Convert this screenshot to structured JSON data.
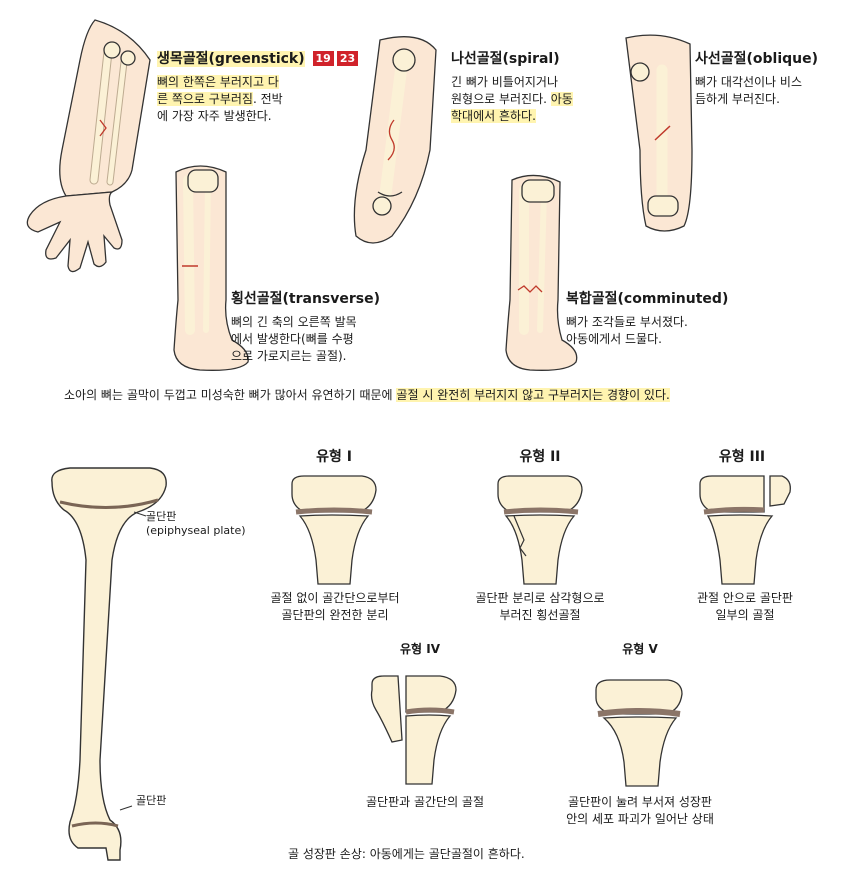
{
  "top": {
    "greenstick": {
      "title": "생목골절(greenstick)",
      "badges": [
        "19",
        "23"
      ],
      "lines": [
        {
          "plain": "",
          "hl": "뼈의 한쪽은 부러지고 다"
        },
        {
          "plain": "",
          "hl": "른 쪽으로 구부러짐",
          "tail": ". 전박"
        },
        {
          "plain": "에 가장 자주 발생한다."
        }
      ]
    },
    "spiral": {
      "title": "나선골절(spiral)",
      "lines": [
        {
          "plain": "긴 뼈가 비틀어지거나"
        },
        {
          "plain": "원형으로 부러진다. ",
          "hl": "아동"
        },
        {
          "plain": "",
          "hl": "학대에서 흔하다."
        }
      ]
    },
    "oblique": {
      "title": "사선골절(oblique)",
      "lines": [
        "뼈가 대각선이나 비스",
        "듬하게 부러진다."
      ]
    },
    "transverse": {
      "title": "횡선골절(transverse)",
      "lines": [
        "뼈의 긴 축의 오른쪽 발목",
        "에서 발생한다(뼈를 수평",
        "으로 가로지르는 골절)."
      ]
    },
    "comminuted": {
      "title": "복합골절(comminuted)",
      "lines": [
        "뼈가 조각들로 부서졌다.",
        "아동에게서 드물다."
      ]
    },
    "summary": {
      "plain": "소아의 뼈는 골막이 두껍고 미성숙한 뼈가 많아서 유연하기 때문에 ",
      "hl": "골절 시 완전히 부러지지 않고 구부러지는 경향이 있다."
    }
  },
  "bottom": {
    "bone_labels": {
      "plate_top_1": "골단판",
      "plate_top_2": "(epiphyseal plate)",
      "plate_bottom": "골단판"
    },
    "types": [
      {
        "label": "유형 I",
        "caption": [
          "골절 없이 골간단으로부터",
          "골단판의 완전한 분리"
        ]
      },
      {
        "label": "유형 II",
        "caption": [
          "골단판 분리로 삼각형으로",
          "부러진 횡선골절"
        ]
      },
      {
        "label": "유형 III",
        "caption": [
          "관절 안으로 골단판",
          "일부의 골절"
        ]
      },
      {
        "label": "유형 IV",
        "caption": [
          "골단판과 골간단의 골절"
        ]
      },
      {
        "label": "유형 V",
        "caption": [
          "골단판이 눌려 부서져 성장판",
          "안의 세포 파괴가 일어난 상태"
        ]
      }
    ],
    "footer": "골 성장판 손상: 아동에게는 골단골절이 흔하다."
  },
  "colors": {
    "bone": "#fbf1d6",
    "bone_shade": "#f0dcb0",
    "skin": "#fbe7d4",
    "plate": "#8b7568",
    "highlight": "#fff4b0",
    "badge": "#d0222a"
  }
}
